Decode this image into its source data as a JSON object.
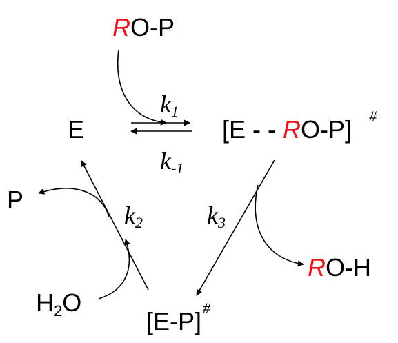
{
  "colors": {
    "text": "#000000",
    "accent": "#e8141e",
    "line": "#000000",
    "background": "#ffffff"
  },
  "species": {
    "substrate": {
      "group": "R",
      "rest": "O-P"
    },
    "enzyme": "E",
    "complex_1": {
      "open": "[E - - ",
      "group": "R",
      "rest": "O-P]",
      "sup": "#"
    },
    "complex_2": {
      "main": "[E-P]",
      "sup": "#"
    },
    "product_p": "P",
    "alcohol": {
      "group": "R",
      "rest": "O-H"
    },
    "water": {
      "h": "H",
      "sub": "2",
      "o": "O"
    }
  },
  "rates": {
    "k1": {
      "k": "k",
      "sub": "1"
    },
    "k_minus_1": {
      "k": "k",
      "sub": "-1"
    },
    "k2": {
      "k": "k",
      "sub": "2"
    },
    "k3": {
      "k": "k",
      "sub": "3"
    }
  }
}
